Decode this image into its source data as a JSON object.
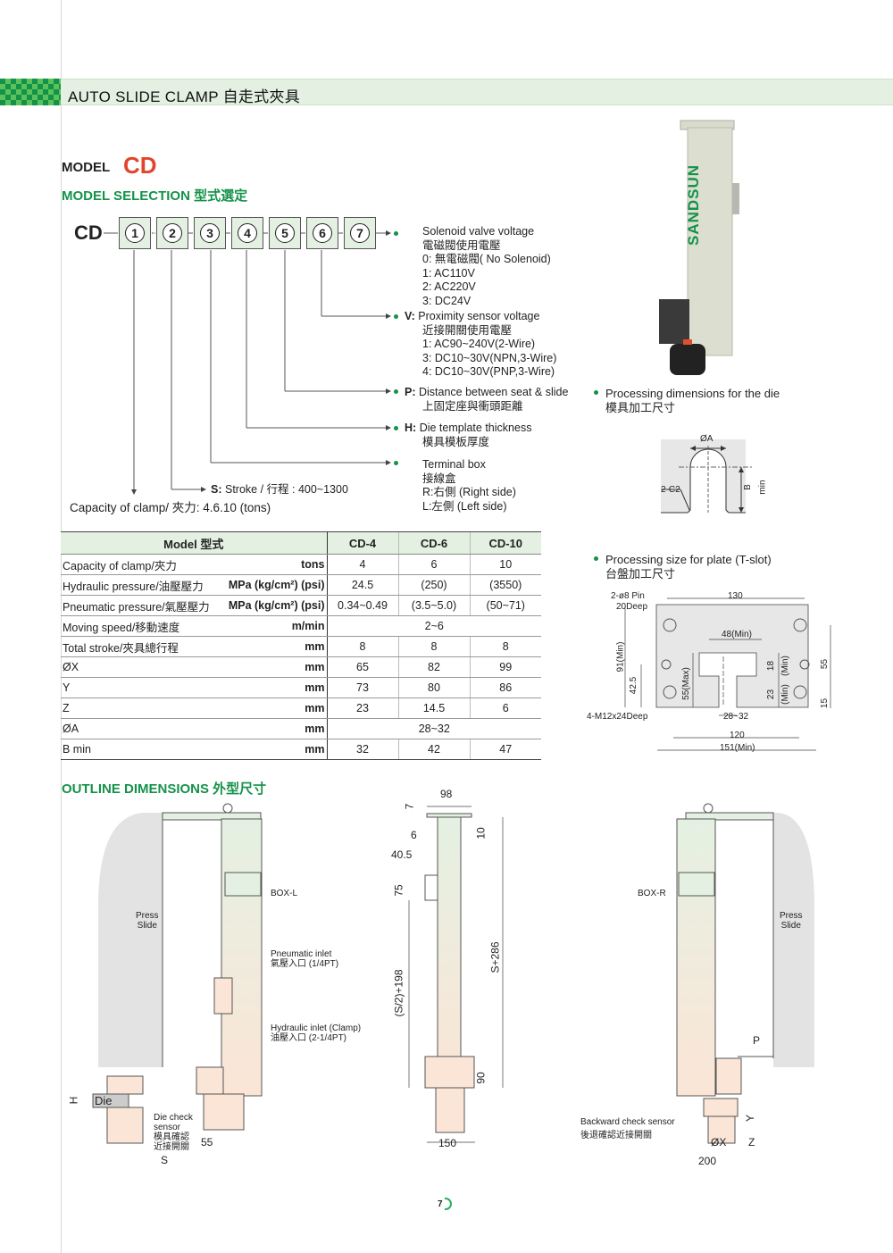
{
  "header": {
    "title": "AUTO SLIDE CLAMP 自走式夾具"
  },
  "model": {
    "label": "MODEL",
    "code": "CD"
  },
  "model_selection": {
    "heading": "MODEL SELECTION  型式選定",
    "prefix": "CD",
    "codes": [
      "1",
      "2",
      "3",
      "4",
      "5",
      "6",
      "7"
    ],
    "options": {
      "solenoid": {
        "title": "Solenoid valve voltage",
        "title_zh": "電磁閥使用電壓",
        "items": [
          "0: 無電磁閥( No Solenoid)",
          "1: AC110V",
          "2: AC220V",
          "3: DC24V"
        ]
      },
      "proximity": {
        "key": "V:",
        "title": "Proximity sensor voltage",
        "title_zh": "近接開關使用電壓",
        "items": [
          "1: AC90~240V(2-Wire)",
          "3: DC10~30V(NPN,3-Wire)",
          "4: DC10~30V(PNP,3-Wire)"
        ]
      },
      "distance": {
        "key": "P:",
        "title": "Distance between seat & slide",
        "title_zh": "上固定座與衝頭距離"
      },
      "thickness": {
        "key": "H:",
        "title": "Die template thickness",
        "title_zh": "模具模板厚度"
      },
      "terminal": {
        "title": "Terminal box",
        "title_zh": "接線盒",
        "items": [
          "R:右側 (Right side)",
          "L:左側 (Left side)"
        ]
      },
      "stroke": {
        "key": "S:",
        "text": "Stroke / 行程 : 400~1300"
      },
      "capacity": {
        "text": "Capacity of clamp/ 夾力: 4.6.10 (tons)"
      }
    }
  },
  "spec_table": {
    "header": [
      "Model 型式",
      "CD-4",
      "CD-6",
      "CD-10"
    ],
    "rows": [
      {
        "label": "Capacity of clamp/夾力",
        "unit": "tons",
        "values": [
          "4",
          "6",
          "10"
        ]
      },
      {
        "label": "Hydraulic pressure/油壓壓力",
        "unit": "MPa (kg/cm²) (psi)",
        "values": [
          "24.5",
          "(250)",
          "(3550)"
        ]
      },
      {
        "label": "Pneumatic pressure/氣壓壓力",
        "unit": "MPa (kg/cm²) (psi)",
        "values": [
          "0.34~0.49",
          "(3.5~5.0)",
          "(50~71)"
        ]
      },
      {
        "label": "Moving speed/移動速度",
        "unit": "m/min",
        "merged": "2~6"
      },
      {
        "label": "Total stroke/夾具總行程",
        "unit": "mm",
        "values": [
          "8",
          "8",
          "8"
        ]
      },
      {
        "label": "ØX",
        "unit": "mm",
        "values": [
          "65",
          "82",
          "99"
        ]
      },
      {
        "label": "Y",
        "unit": "mm",
        "values": [
          "73",
          "80",
          "86"
        ]
      },
      {
        "label": "Z",
        "unit": "mm",
        "values": [
          "23",
          "14.5",
          "6"
        ]
      },
      {
        "label": "ØA",
        "unit": "mm",
        "merged": "28~32"
      },
      {
        "label": "B min",
        "unit": "mm",
        "values": [
          "32",
          "42",
          "47"
        ]
      }
    ]
  },
  "product_photo": {
    "brand": "SANDSUN"
  },
  "die_processing": {
    "title": "Processing dimensions for the die",
    "title_zh": "模具加工尺寸",
    "labels": {
      "diameter": "ØA",
      "chamfer": "2-C2",
      "b": "B",
      "min": "min"
    }
  },
  "plate_processing": {
    "title": "Processing size for plate (T-slot)",
    "title_zh": "台盤加工尺寸",
    "labels": {
      "pin": "2-ø8 Pin",
      "pin_depth": "20Deep",
      "tap": "4-M12x24Deep",
      "w130": "130",
      "w48": "48(Min)",
      "h91": "91(Min)",
      "h42": "42.5",
      "h55max": "55(Max)",
      "h18": "18",
      "h18min": "(Min)",
      "h23": "23",
      "h23min": "(Min)",
      "h55": "55",
      "h15": "15",
      "w28": "28~32",
      "w120": "120",
      "w151": "151(Min)"
    }
  },
  "outline": {
    "heading": "OUTLINE DIMENSIONS  外型尺寸",
    "left_view": {
      "press_slide": [
        "Press",
        "Slide"
      ],
      "box": "BOX-L",
      "pneumatic": "Pneumatic inlet",
      "pneumatic_zh": "氣壓入口 (1/4PT)",
      "hydraulic": "Hydraulic inlet (Clamp)",
      "hydraulic_zh": "油壓入口  (2-1/4PT)",
      "die": "Die",
      "h": "H",
      "sensor": [
        "Die check",
        "sensor"
      ],
      "sensor_zh": [
        "模具確認",
        "近接開關"
      ],
      "d55": "55",
      "s": "S"
    },
    "front_view": {
      "d98": "98",
      "d7": "7",
      "d6": "6",
      "d10": "10",
      "d40_5": "40.5",
      "d75": "75",
      "s286": "S+286",
      "s2_198": "(S/2)+198",
      "d90": "90",
      "d150": "150"
    },
    "right_view": {
      "box": "BOX-R",
      "press_slide": [
        "Press",
        "Slide"
      ],
      "p": "P",
      "sensor": "Backward check sensor",
      "sensor_zh": "後退確認近接開關",
      "y": "Y",
      "z": "Z",
      "x": "ØX",
      "d200": "200"
    }
  },
  "page_number": "7"
}
